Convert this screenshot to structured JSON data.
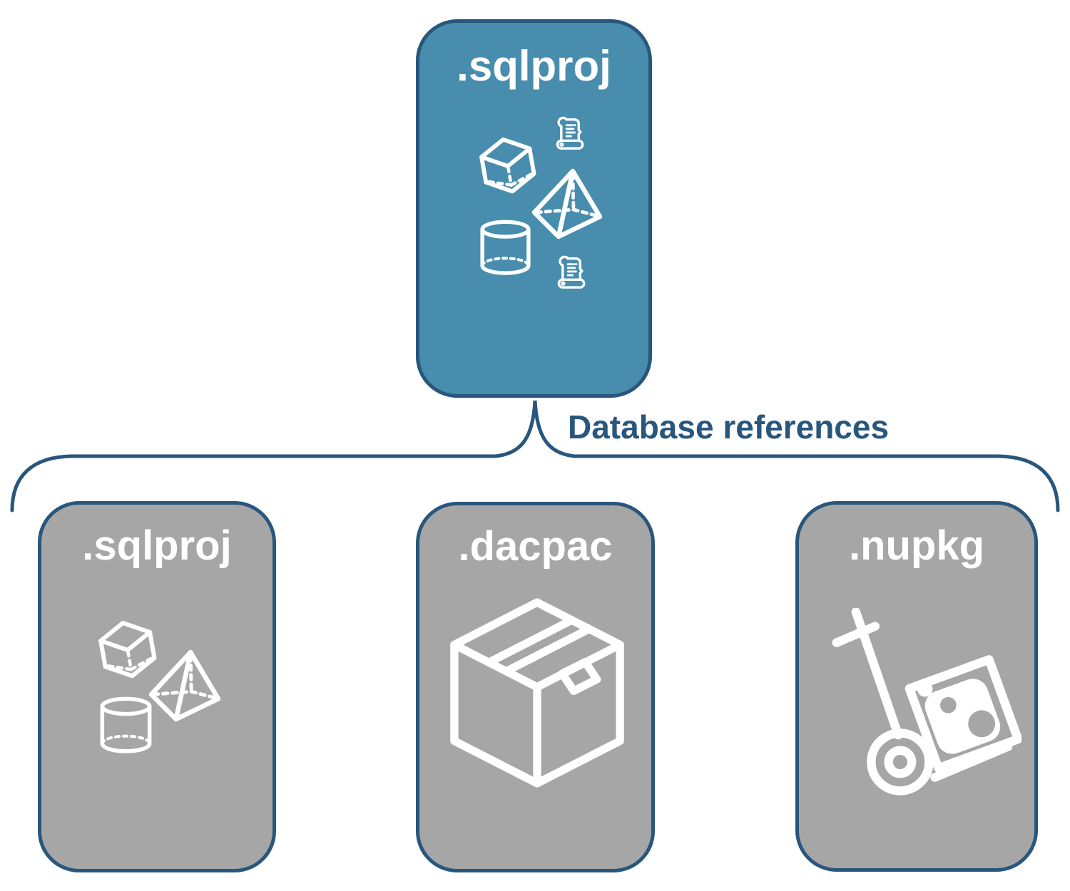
{
  "diagram": {
    "root": {
      "label": ".sqlproj",
      "icons": [
        "cube-icon",
        "scroll-icon",
        "pyramid-icon",
        "database-cylinder-icon",
        "scroll-icon"
      ]
    },
    "connector": {
      "label": "Database references"
    },
    "children": [
      {
        "label": ".sqlproj",
        "icons": [
          "cube-icon",
          "pyramid-icon",
          "database-cylinder-icon"
        ]
      },
      {
        "label": ".dacpac",
        "icons": [
          "package-box-icon"
        ]
      },
      {
        "label": ".nupkg",
        "icons": [
          "hand-truck-icon"
        ]
      }
    ],
    "colors": {
      "root_fill": "#488DAD",
      "child_fill": "#A6A6A6",
      "outline": "#28567D",
      "icon_stroke": "#FFFFFF",
      "title_text": "#FFFFFF",
      "connector_text": "#28567D",
      "background": "#FFFFFF"
    }
  }
}
